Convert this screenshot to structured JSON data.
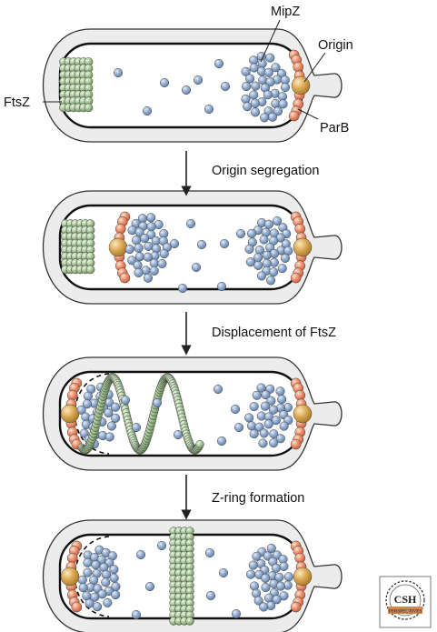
{
  "labels": {
    "mipz": "MipZ",
    "origin": "Origin",
    "ftsz": "FtsZ",
    "parb": "ParB"
  },
  "steps": [
    {
      "label": "Origin segregation"
    },
    {
      "label": "Displacement of FtsZ"
    },
    {
      "label": "Z-ring formation"
    }
  ],
  "logo": {
    "top": "CSH",
    "bottom": "PERSPECTIVES"
  },
  "colors": {
    "cell_fill": "#ececec",
    "cell_outline": "#333333",
    "mipz_blue": "#8fa9cc",
    "ftsz_green": "#a9c79b",
    "parb_salmon": "#e88a66",
    "origin_gold": "#d7a250"
  }
}
